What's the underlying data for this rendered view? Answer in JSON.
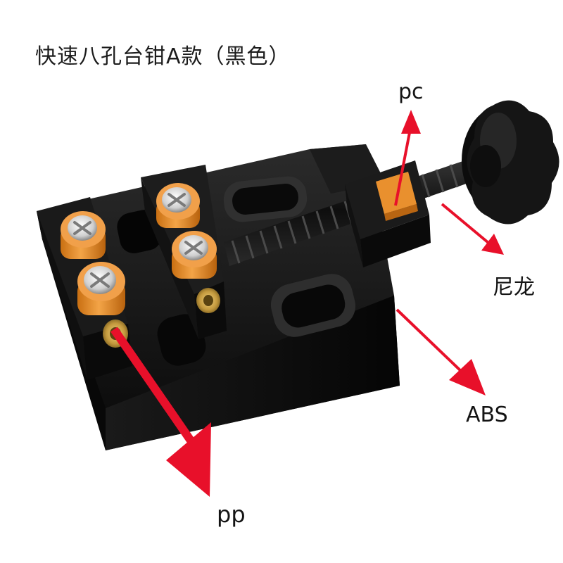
{
  "title": "快速八孔台钳A款（黑色）",
  "labels": {
    "pc": "pc",
    "nylon": "尼龙",
    "abs": "ABS",
    "pp": "pp"
  },
  "colors": {
    "background": "#ffffff",
    "vise_body": "#151515",
    "screw_caps": "#e9902e",
    "arrows": "#e8102a",
    "brass_insert": "#c49a3e"
  }
}
